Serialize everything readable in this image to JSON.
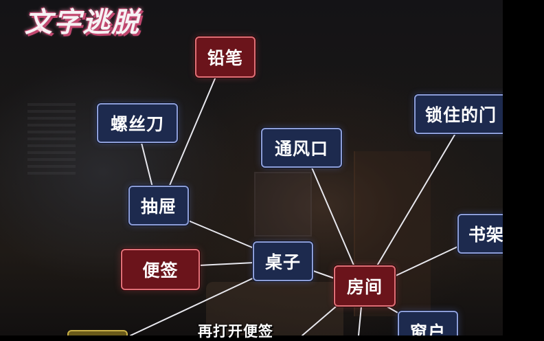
{
  "title": "文字逃脱",
  "subtitle": "再打开便签",
  "nodes": {
    "pencil": "铅笔",
    "screwdriver": "螺丝刀",
    "vent": "通风口",
    "locked_door": "锁住的门",
    "drawer": "抽屉",
    "bookshelf": "书架",
    "note": "便签",
    "desk": "桌子",
    "room": "房间",
    "window": "窗户"
  },
  "colors": {
    "object_node": "#1d2a4e",
    "selected_node": "#6b141b",
    "link": "#e8e8ee",
    "title_glow": "#c2476f"
  }
}
